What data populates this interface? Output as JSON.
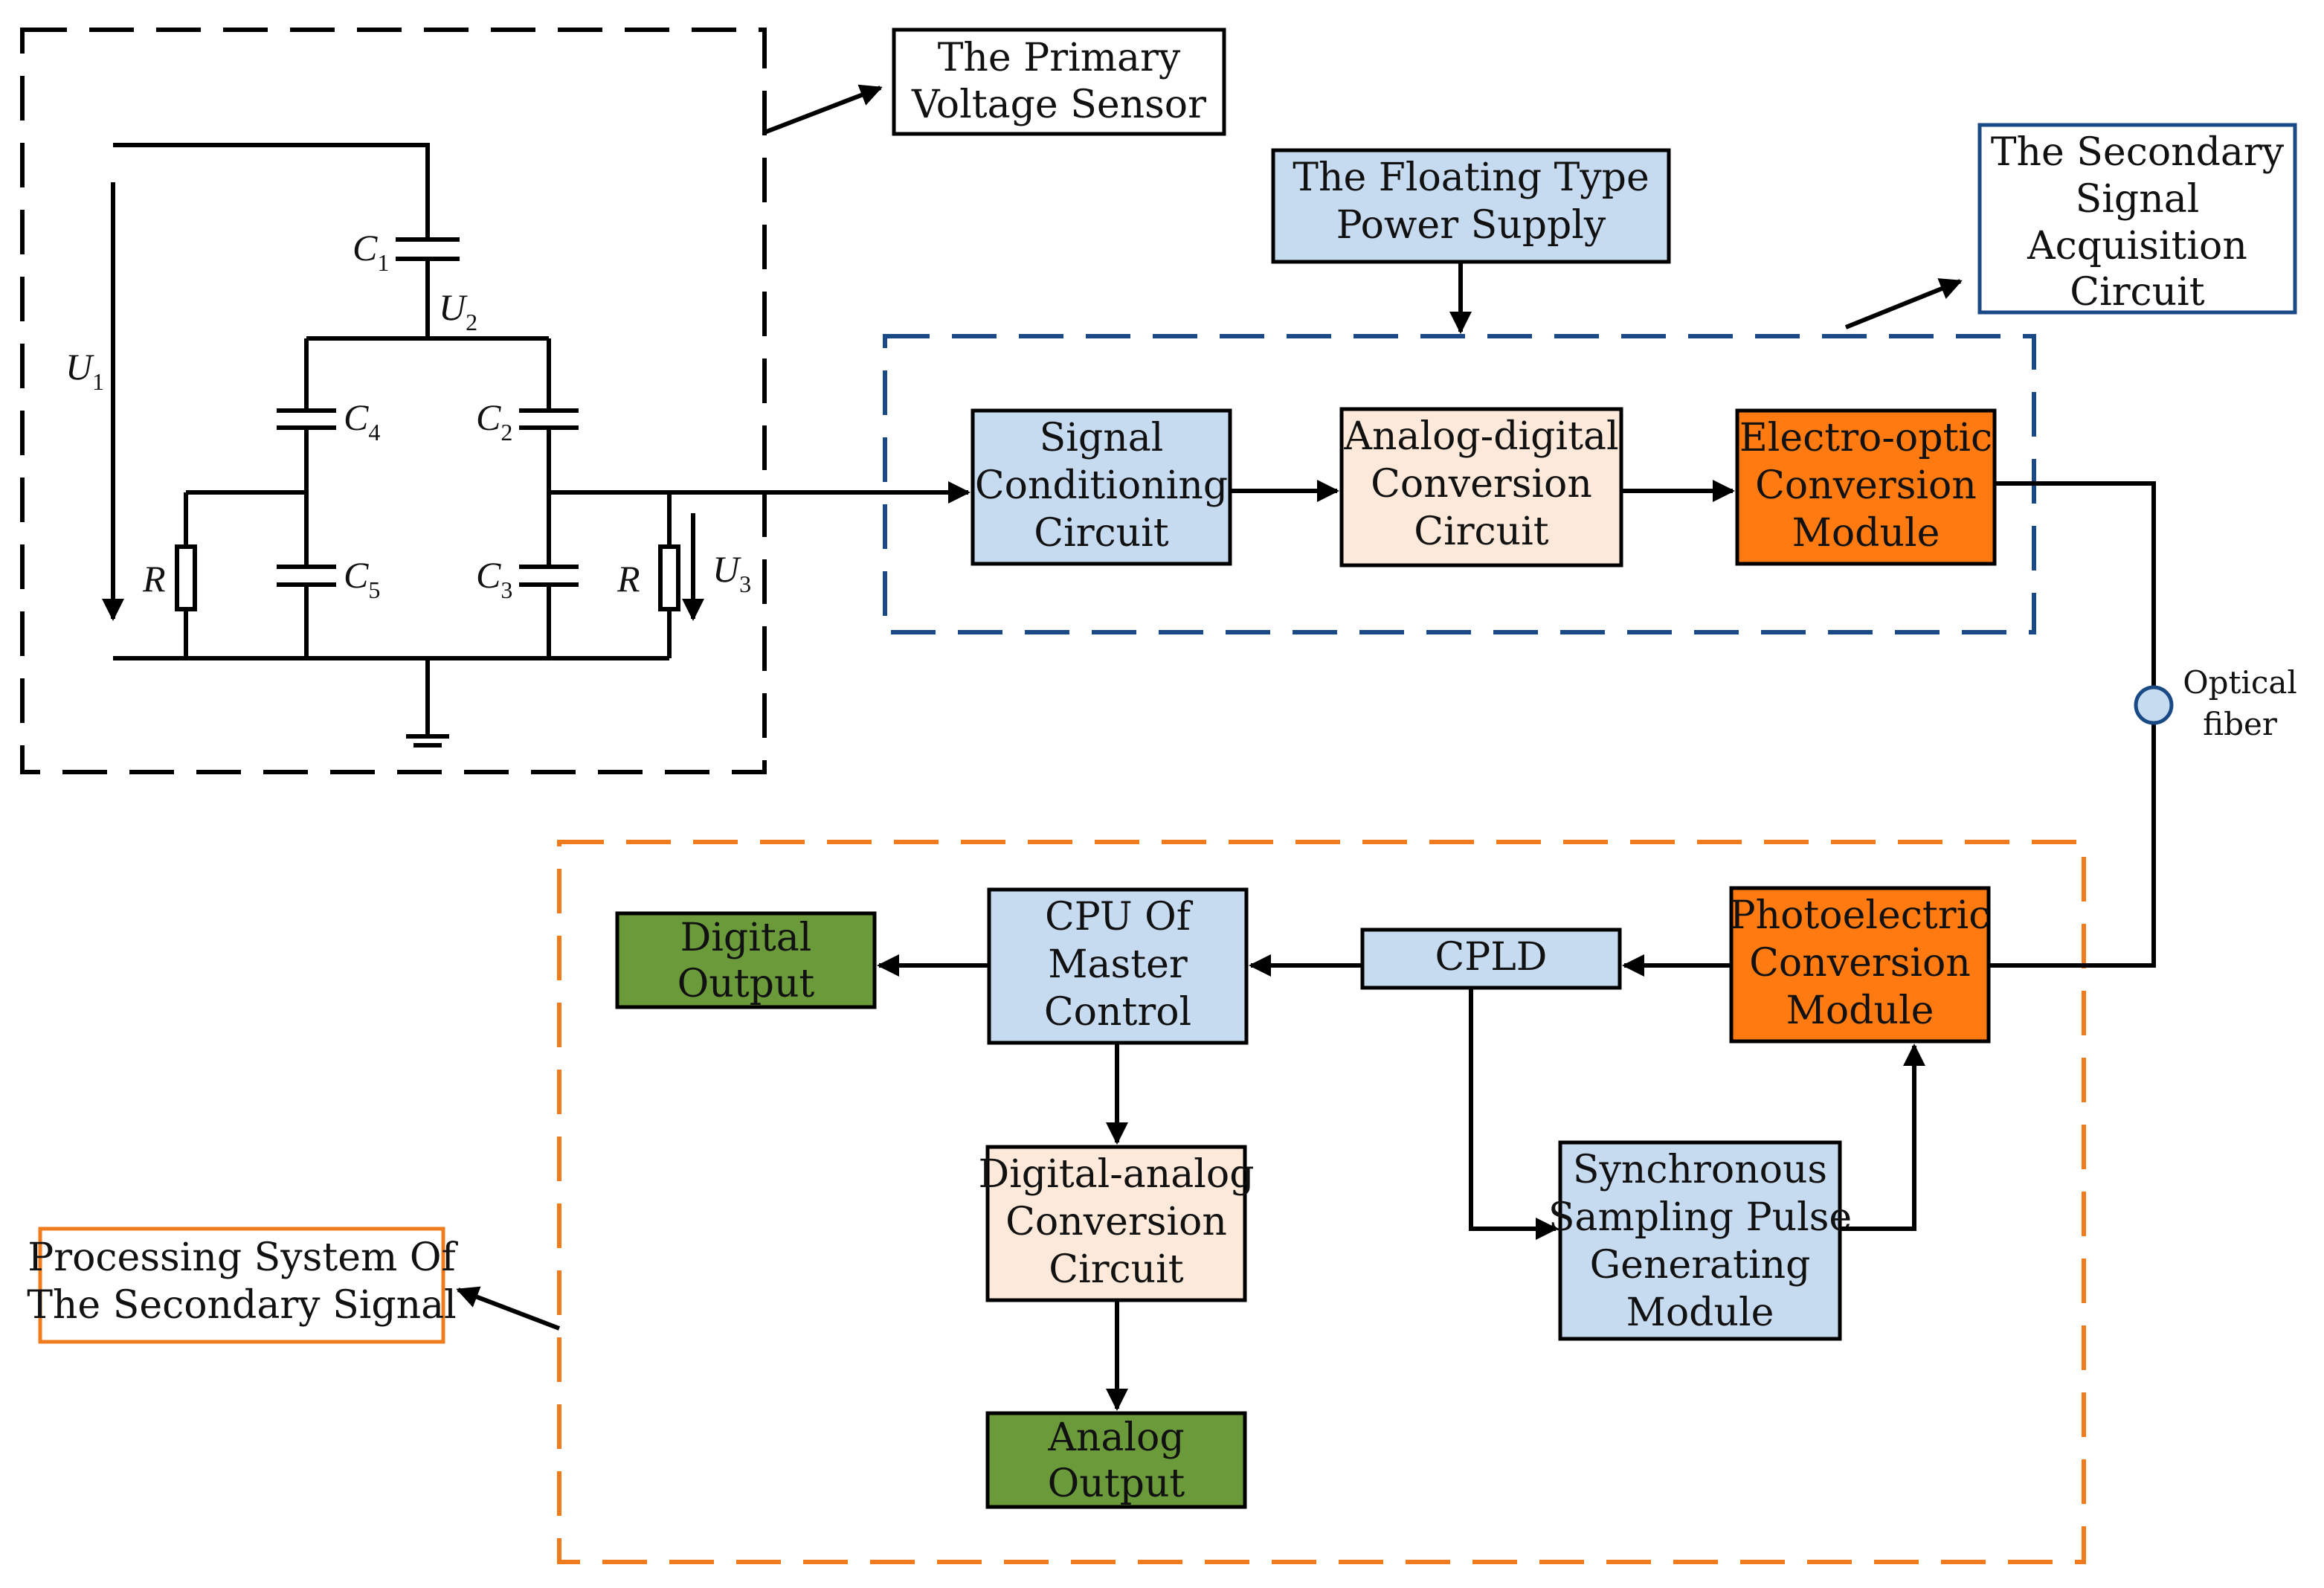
{
  "colors": {
    "light_blue": "#c6daf0",
    "peach": "#fde9d9",
    "orange": "#ff7a10",
    "green": "#6b9a3a",
    "dark_blue_outline": "#1a4a86",
    "orange_outline": "#f07b1c",
    "line": "#000000"
  },
  "labels": {
    "primary_sensor": [
      "The Primary",
      "Voltage Sensor"
    ],
    "floating_power": [
      "The Floating Type",
      "Power Supply"
    ],
    "secondary_acq": [
      "The Secondary",
      "Signal",
      "Acquisition",
      "Circuit"
    ],
    "processing_system": [
      "Processing System Of",
      "The Secondary Signal"
    ],
    "optical_fiber": [
      "Optical",
      "fiber"
    ]
  },
  "blocks": {
    "signal_conditioning": [
      "Signal",
      "Conditioning",
      "Circuit"
    ],
    "adc": [
      "Analog-digital",
      "Conversion",
      "Circuit"
    ],
    "electro_optic": [
      "Electro-optic",
      "Conversion",
      "Module"
    ],
    "photoelectric": [
      "Photoelectric",
      "Conversion",
      "Module"
    ],
    "cpld": [
      "CPLD"
    ],
    "cpu": [
      "CPU Of",
      "Master",
      "Control"
    ],
    "digital_output": [
      "Digital",
      "Output"
    ],
    "dac": [
      "Digital-analog",
      "Conversion",
      "Circuit"
    ],
    "analog_output": [
      "Analog",
      "Output"
    ],
    "sync_pulse": [
      "Synchronous",
      "Sampling Pulse",
      "Generating",
      "Module"
    ]
  },
  "circuit": {
    "U1": {
      "base": "U",
      "sub": "1"
    },
    "U2": {
      "base": "U",
      "sub": "2"
    },
    "U3": {
      "base": "U",
      "sub": "3"
    },
    "C1": {
      "base": "C",
      "sub": "1"
    },
    "C2": {
      "base": "C",
      "sub": "2"
    },
    "C3": {
      "base": "C",
      "sub": "3"
    },
    "C4": {
      "base": "C",
      "sub": "4"
    },
    "C5": {
      "base": "C",
      "sub": "5"
    },
    "R_left": "R",
    "R_right": "R"
  }
}
